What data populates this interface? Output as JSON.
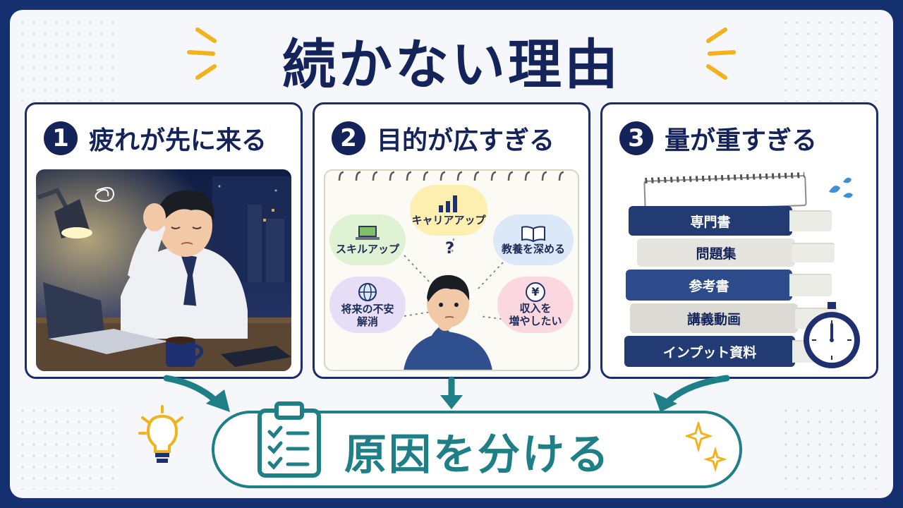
{
  "title": "続かない理由",
  "panels": [
    {
      "number": "1",
      "title": "疲れが先に来る"
    },
    {
      "number": "2",
      "title": "目的が広すぎる",
      "bubbles": [
        "キャリアアップ",
        "スキルアップ",
        "教養を深める",
        "将来の不安",
        "解消",
        "収入を",
        "増やしたい"
      ],
      "question_mark": "?",
      "yen_symbol": "¥"
    },
    {
      "number": "3",
      "title": "量が重すぎる",
      "books": [
        "専門書",
        "問題集",
        "参考書",
        "講義動画",
        "インプット資料"
      ]
    }
  ],
  "conclusion": "原因を分ける",
  "colors": {
    "navy": "#14245a",
    "teal": "#1e7f86",
    "accent_yellow": "#f2b21b",
    "background": "#f6f7fa"
  },
  "icons": [
    "burst-lines",
    "desk-lamp",
    "laptop",
    "coffee-mug",
    "notebook",
    "bar-chart-icon",
    "laptop-icon",
    "open-book-icon",
    "globe-icon",
    "yen-coin-icon",
    "stopwatch-icon",
    "sweat-drops-icon",
    "clipboard-checklist-icon",
    "lightbulb-icon",
    "sparkle-icon"
  ]
}
